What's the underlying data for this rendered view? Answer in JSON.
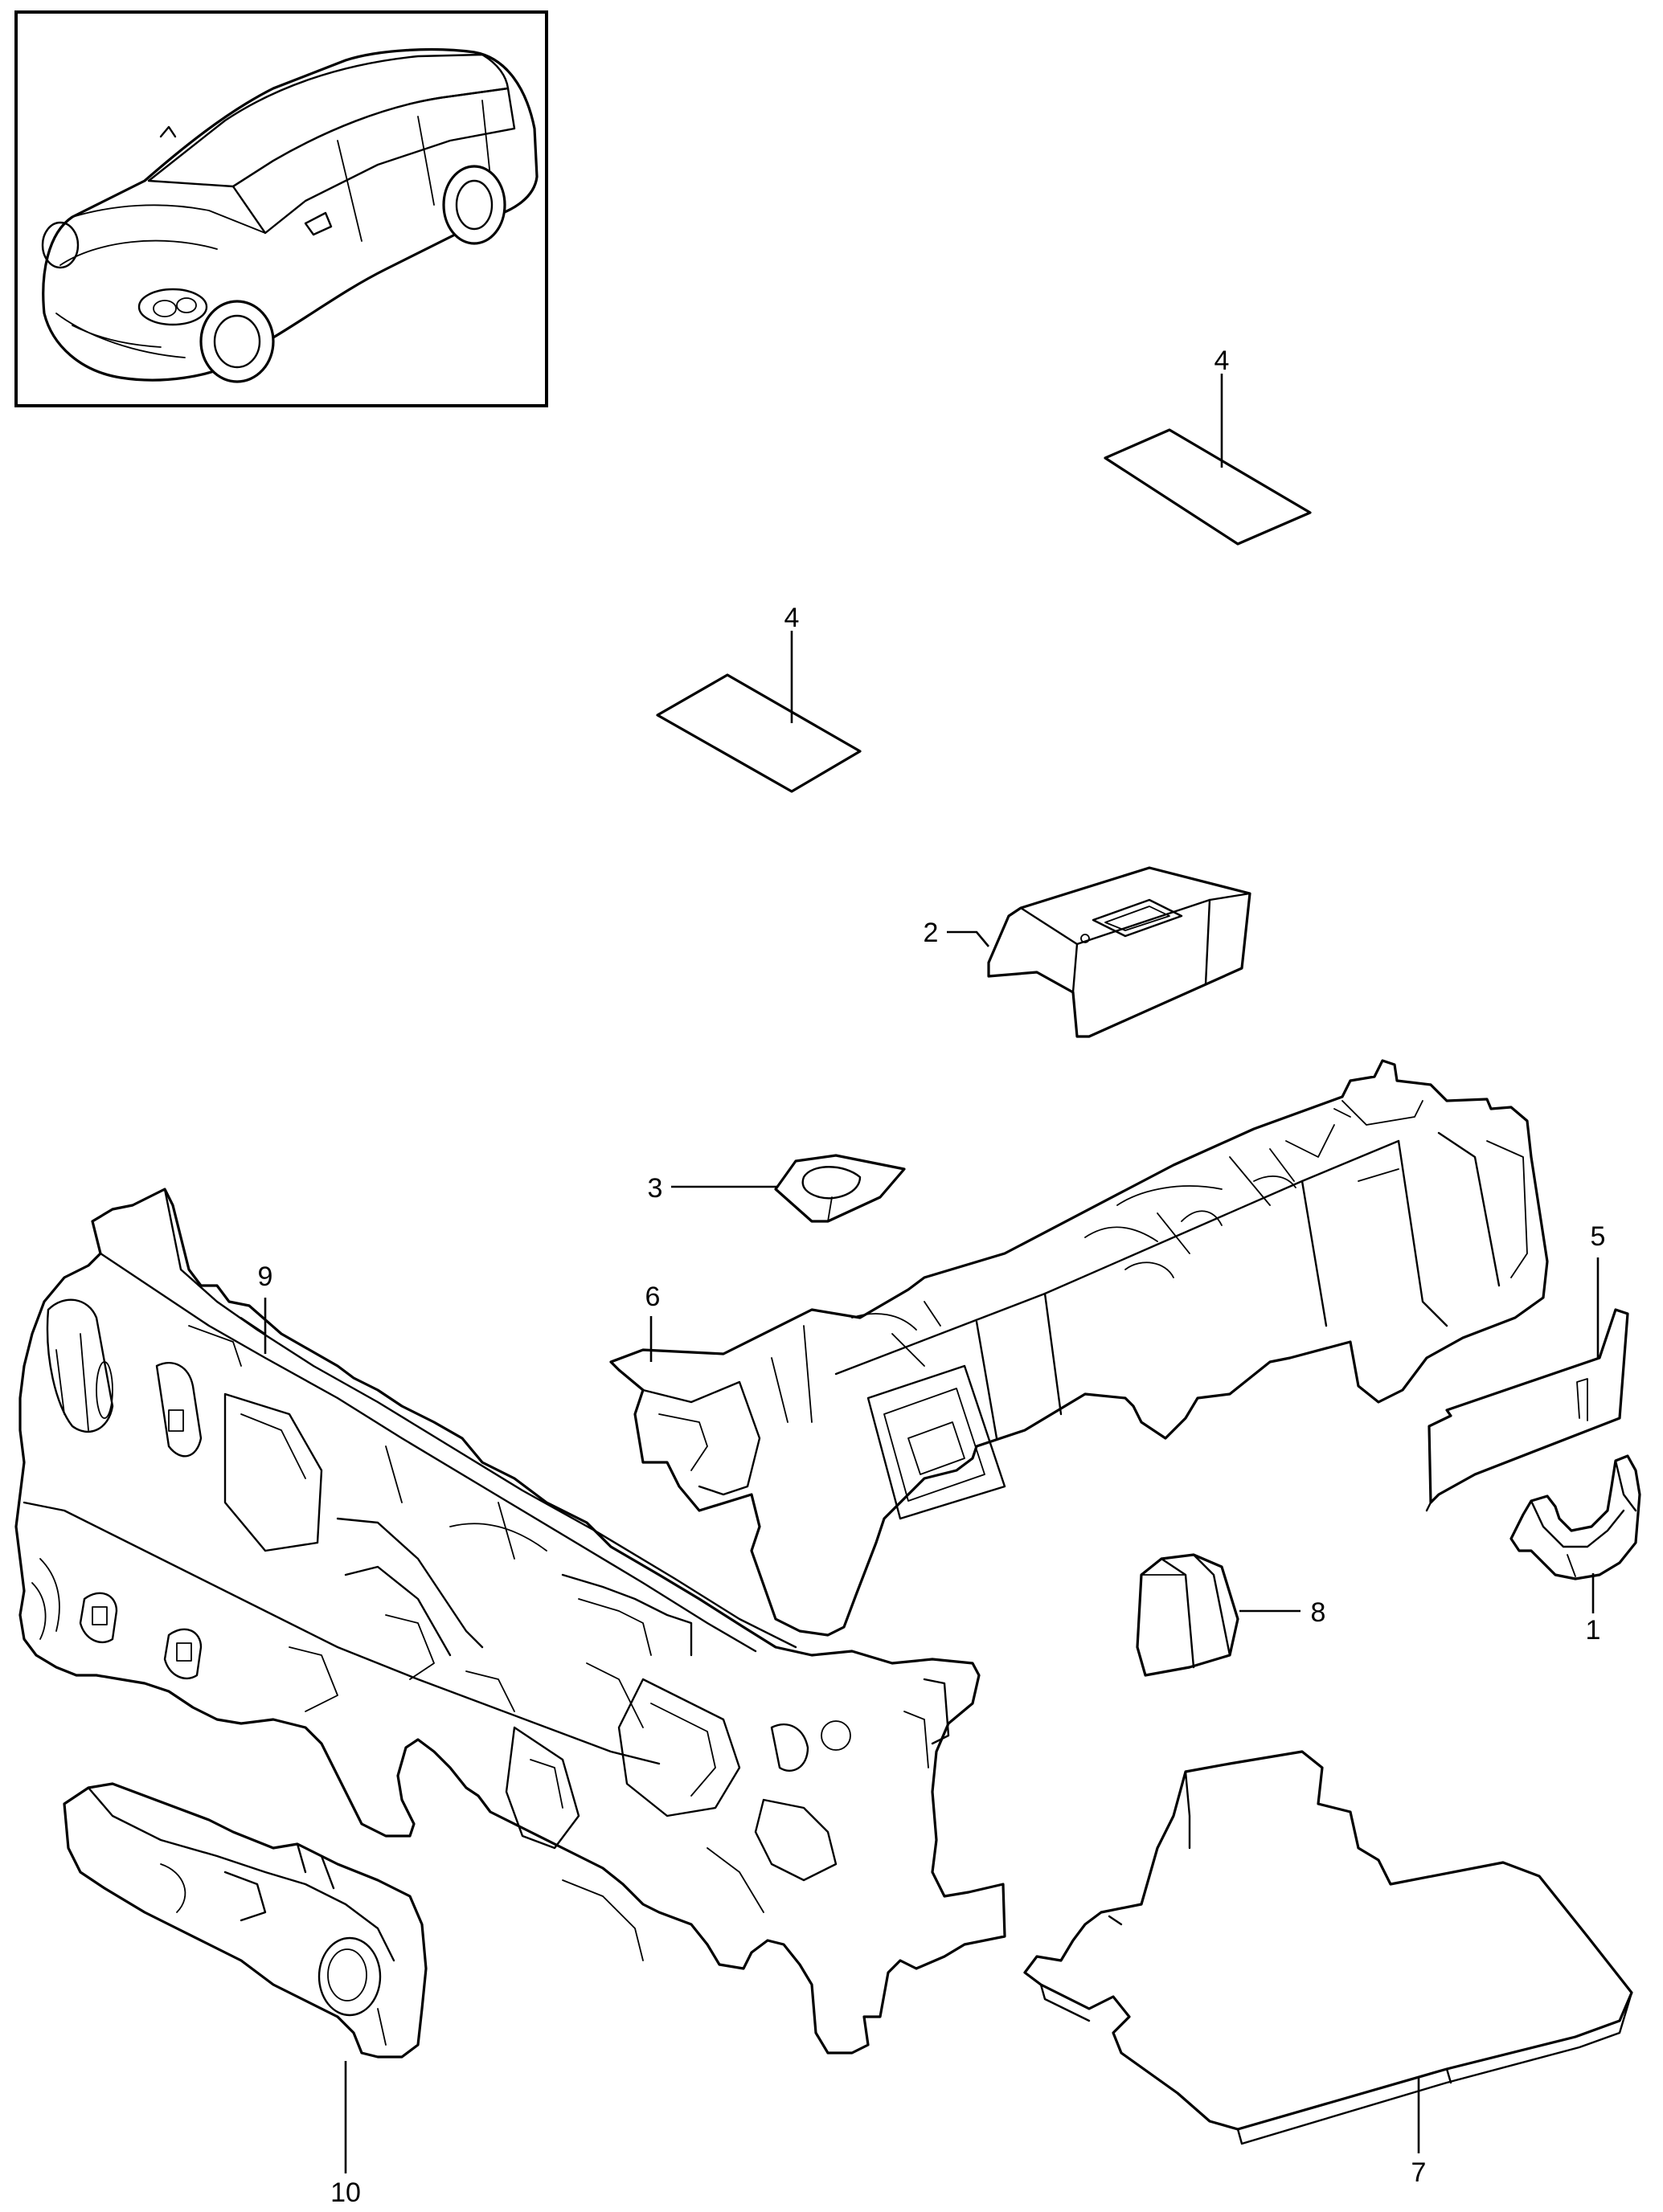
{
  "colors": {
    "line": "#000000",
    "background": "#ffffff"
  },
  "thumbnail": {
    "icon": "car-overview-icon"
  },
  "callouts": [
    {
      "id": "c1",
      "number": "1"
    },
    {
      "id": "c2",
      "number": "2"
    },
    {
      "id": "c3",
      "number": "3"
    },
    {
      "id": "c4a",
      "number": "4"
    },
    {
      "id": "c4b",
      "number": "4"
    },
    {
      "id": "c5",
      "number": "5"
    },
    {
      "id": "c6",
      "number": "6"
    },
    {
      "id": "c7",
      "number": "7"
    },
    {
      "id": "c8",
      "number": "8"
    },
    {
      "id": "c9",
      "number": "9"
    },
    {
      "id": "c10",
      "number": "10"
    }
  ]
}
